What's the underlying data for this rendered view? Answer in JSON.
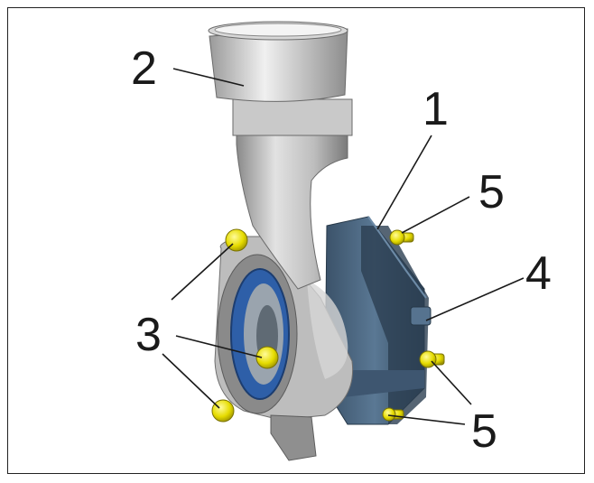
{
  "callouts": {
    "c1": "1",
    "c2": "2",
    "c3": "3",
    "c4": "4",
    "c5a": "5",
    "c5b": "5"
  },
  "colors": {
    "housing": "#b9b9b9",
    "housing_dark": "#7c7c7c",
    "pump_body": "#4f6b86",
    "pump_dark": "#2f4458",
    "bolt": "#e8e000",
    "seal": "#2e5fa8"
  },
  "parts": {
    "intake": "housing-neck",
    "bearing": "blue-seal-ring",
    "pump": "blue-pump-block",
    "fasteners": "yellow-bolts"
  }
}
